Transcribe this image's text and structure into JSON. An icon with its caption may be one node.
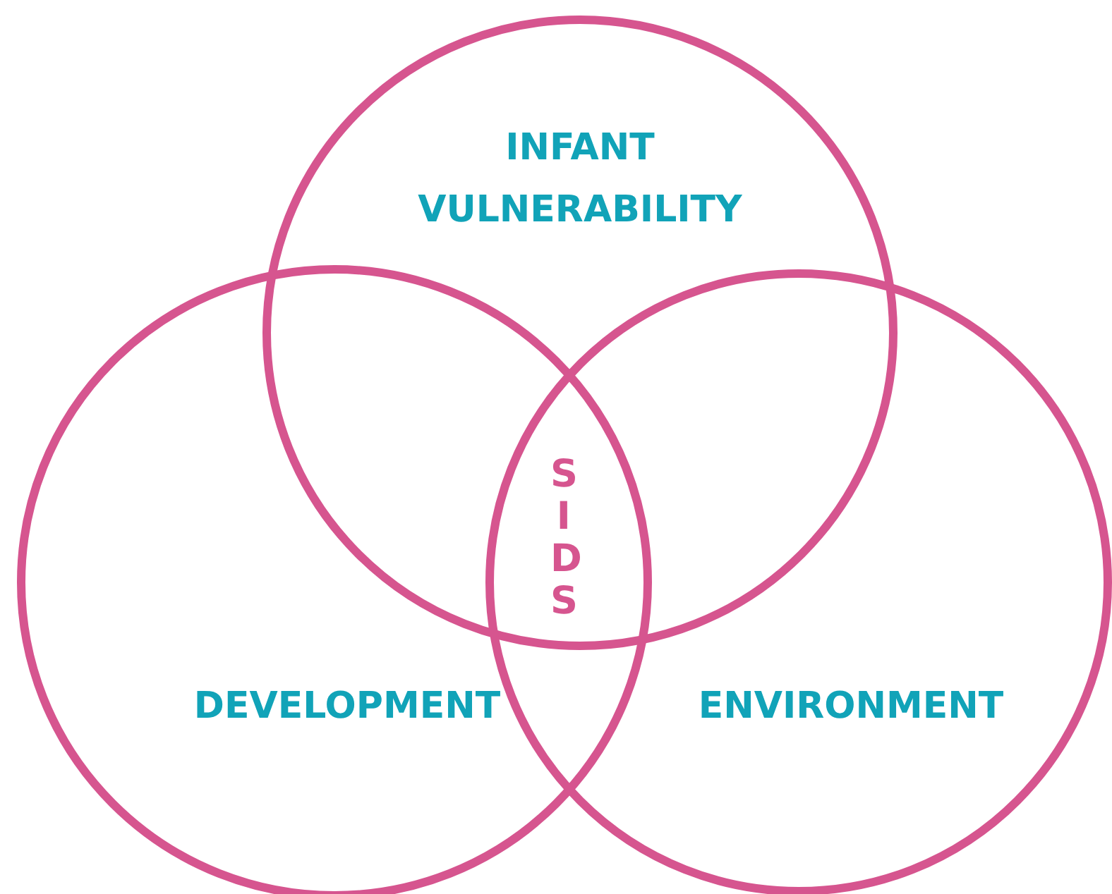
{
  "diagram": {
    "nodes": [
      {
        "text": [
          "INFANT VULNERABILITY"
        ]
      },
      {
        "text": [
          "DEVELOPMENT"
        ]
      },
      {
        "text": [
          "ENVIRONMENT"
        ]
      }
    ],
    "edges": [],
    "labels": [
      "SIDS"
    ]
  }
}
